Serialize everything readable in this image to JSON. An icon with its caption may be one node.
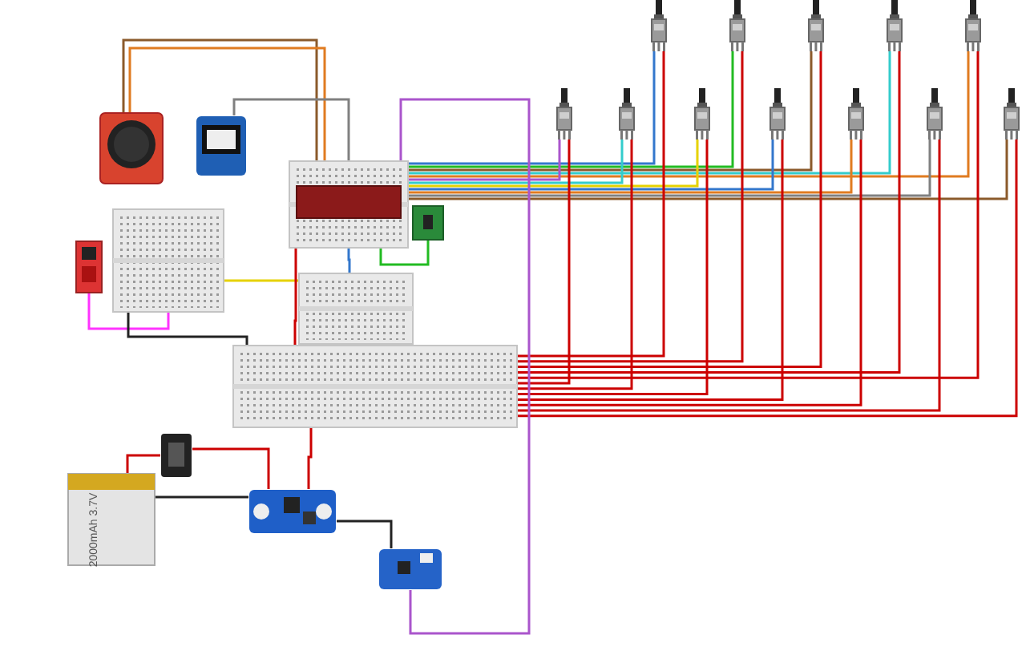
{
  "diagram": {
    "nodes": [
      {
        "text": [],
        "shape": "picture"
      },
      {
        "text": [],
        "shape": "picture"
      },
      {
        "text": [],
        "shape": "picture"
      },
      {
        "text": [],
        "shape": "picture"
      },
      {
        "text": [],
        "shape": "box"
      },
      {
        "text": [],
        "shape": "picture"
      },
      {
        "text": [],
        "shape": "box"
      },
      {
        "text": [],
        "shape": "box"
      },
      {
        "text": [],
        "shape": "picture"
      },
      {
        "text": [],
        "shape": "picture"
      },
      {
        "text": [],
        "shape": "picture"
      },
      {
        "text": [],
        "shape": "picture"
      },
      {
        "text": [],
        "shape": "picture"
      },
      {
        "text": [],
        "shape": "picture"
      },
      {
        "text": [],
        "shape": "picture"
      },
      {
        "text": [],
        "shape": "picture"
      },
      {
        "text": [],
        "shape": "picture"
      },
      {
        "text": [],
        "shape": "picture"
      },
      {
        "text": [],
        "shape": "picture"
      },
      {
        "text": [],
        "shape": "picture"
      },
      {
        "text": [],
        "shape": "picture"
      },
      {
        "text": [],
        "shape": "picture"
      },
      {
        "text": [],
        "shape": "picture"
      },
      {
        "text": [],
        "shape": "picture"
      }
    ],
    "edges": [
      {
        "from": 0,
        "to": 2,
        "arrow": "none",
        "color": "#8b5a2b"
      },
      {
        "from": 0,
        "to": 2,
        "arrow": "none",
        "color": "#e07b20"
      },
      {
        "from": 1,
        "to": 2,
        "arrow": "none",
        "color": "#808080"
      },
      {
        "from": 5,
        "to": 4,
        "arrow": "none",
        "color": "#ff33ff"
      },
      {
        "from": 4,
        "to": 6,
        "arrow": "none",
        "color": "#e6d200"
      },
      {
        "from": 3,
        "to": 2,
        "arrow": "none",
        "color": "#22bb22"
      },
      {
        "from": 6,
        "to": 2,
        "arrow": "none",
        "color": "#3377cc"
      },
      {
        "from": 4,
        "to": 7,
        "arrow": "none",
        "color": "#222222"
      },
      {
        "from": 8,
        "to": 2,
        "arrow": "none",
        "color": "#3377cc"
      },
      {
        "from": 9,
        "to": 2,
        "arrow": "none",
        "color": "#22bb22"
      },
      {
        "from": 10,
        "to": 2,
        "arrow": "none",
        "color": "#8b5a2b"
      },
      {
        "from": 11,
        "to": 2,
        "arrow": "none",
        "color": "#33cccc"
      },
      {
        "from": 12,
        "to": 2,
        "arrow": "none",
        "color": "#e07b20"
      },
      {
        "from": 13,
        "to": 2,
        "arrow": "none",
        "color": "#aa55cc"
      },
      {
        "from": 14,
        "to": 2,
        "arrow": "none",
        "color": "#33cccc"
      },
      {
        "from": 15,
        "to": 2,
        "arrow": "none",
        "color": "#e6d200"
      },
      {
        "from": 16,
        "to": 2,
        "arrow": "none",
        "color": "#3377cc"
      },
      {
        "from": 17,
        "to": 2,
        "arrow": "none",
        "color": "#e07b20"
      },
      {
        "from": 18,
        "to": 2,
        "arrow": "none",
        "color": "#808080"
      },
      {
        "from": 19,
        "to": 2,
        "arrow": "none",
        "color": "#8b5a2b"
      },
      {
        "from": 8,
        "to": 7,
        "arrow": "none",
        "color": "#cc0000"
      },
      {
        "from": 9,
        "to": 7,
        "arrow": "none",
        "color": "#cc0000"
      },
      {
        "from": 10,
        "to": 7,
        "arrow": "none",
        "color": "#cc0000"
      },
      {
        "from": 11,
        "to": 7,
        "arrow": "none",
        "color": "#cc0000"
      },
      {
        "from": 12,
        "to": 7,
        "arrow": "none",
        "color": "#cc0000"
      },
      {
        "from": 13,
        "to": 7,
        "arrow": "none",
        "color": "#cc0000"
      },
      {
        "from": 14,
        "to": 7,
        "arrow": "none",
        "color": "#cc0000"
      },
      {
        "from": 15,
        "to": 7,
        "arrow": "none",
        "color": "#cc0000"
      },
      {
        "from": 16,
        "to": 7,
        "arrow": "none",
        "color": "#cc0000"
      },
      {
        "from": 17,
        "to": 7,
        "arrow": "none",
        "color": "#cc0000"
      },
      {
        "from": 18,
        "to": 7,
        "arrow": "none",
        "color": "#cc0000"
      },
      {
        "from": 19,
        "to": 7,
        "arrow": "none",
        "color": "#cc0000"
      },
      {
        "from": 21,
        "to": 20,
        "arrow": "none",
        "color": "#cc0000"
      },
      {
        "from": 20,
        "to": 22,
        "arrow": "none",
        "color": "#cc0000"
      },
      {
        "from": 21,
        "to": 22,
        "arrow": "none",
        "color": "#222222"
      },
      {
        "from": 22,
        "to": 7,
        "arrow": "none",
        "color": "#cc0000"
      },
      {
        "from": 22,
        "to": 23,
        "arrow": "none",
        "color": "#222222"
      },
      {
        "from": 23,
        "to": 2,
        "arrow": "none",
        "color": "#aa55cc"
      },
      {
        "from": 2,
        "to": 7,
        "arrow": "none",
        "color": "#cc0000"
      }
    ],
    "labels": [
      "2000mAh 3.7V"
    ]
  }
}
